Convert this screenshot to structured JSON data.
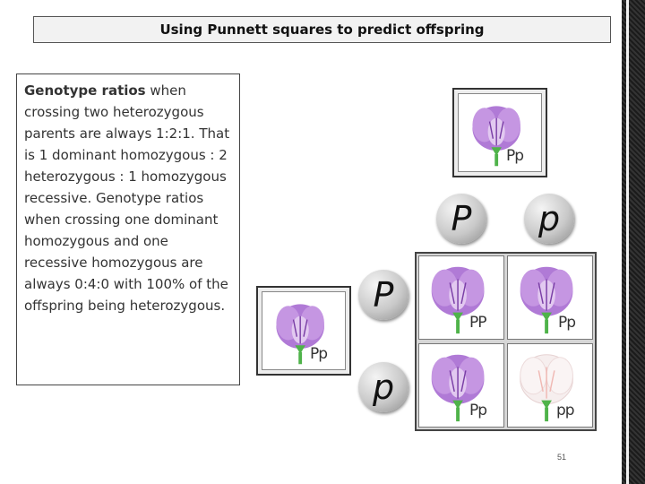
{
  "title": "Using Punnett squares to predict offspring",
  "text": {
    "bold_lead": "Genotype ratios",
    "body": " when crossing two heterozygous parents are always 1:2:1. That is 1 dominant homozygous : 2 heterozygous : 1 homozygous recessive. Genotype ratios when crossing one dominant homozygous and one recessive homozygous are always 0:4:0 with 100% of the offspring being heterozygous."
  },
  "parent_top": {
    "genotype": "Pp"
  },
  "parent_left": {
    "genotype": "Pp"
  },
  "alleles_top": [
    "P",
    "p"
  ],
  "alleles_left": [
    "P",
    "p"
  ],
  "offspring": [
    {
      "genotype": "PP",
      "color": "purple"
    },
    {
      "genotype": "Pp",
      "color": "purple"
    },
    {
      "genotype": "Pp",
      "color": "purple"
    },
    {
      "genotype": "pp",
      "color": "white"
    }
  ],
  "colors": {
    "purple_flower": "#b07ad6",
    "white_flower": "#f6eeee",
    "stem": "#4fb34a"
  },
  "slide_number": "51"
}
